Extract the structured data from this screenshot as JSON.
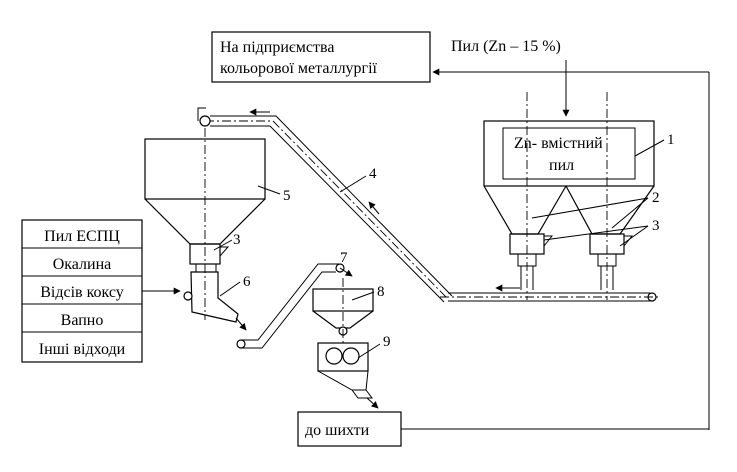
{
  "labels": {
    "enterprise_line1": "На підприємства",
    "enterprise_line2": "кольорової металлургії",
    "dust_zn": "Пил (Zn – 15 %)",
    "zn_dust_line1": "Zn-  вмістний",
    "zn_dust_line2": "пил",
    "to_charge": "до шихти"
  },
  "inputs": [
    "Пил ЕСПЦ",
    "Окалина",
    "Відсів коксу",
    "Вапно",
    "Інші відходи"
  ],
  "callouts": [
    "1",
    "2",
    "3",
    "3",
    "4",
    "5",
    "6",
    "7",
    "8",
    "9"
  ]
}
